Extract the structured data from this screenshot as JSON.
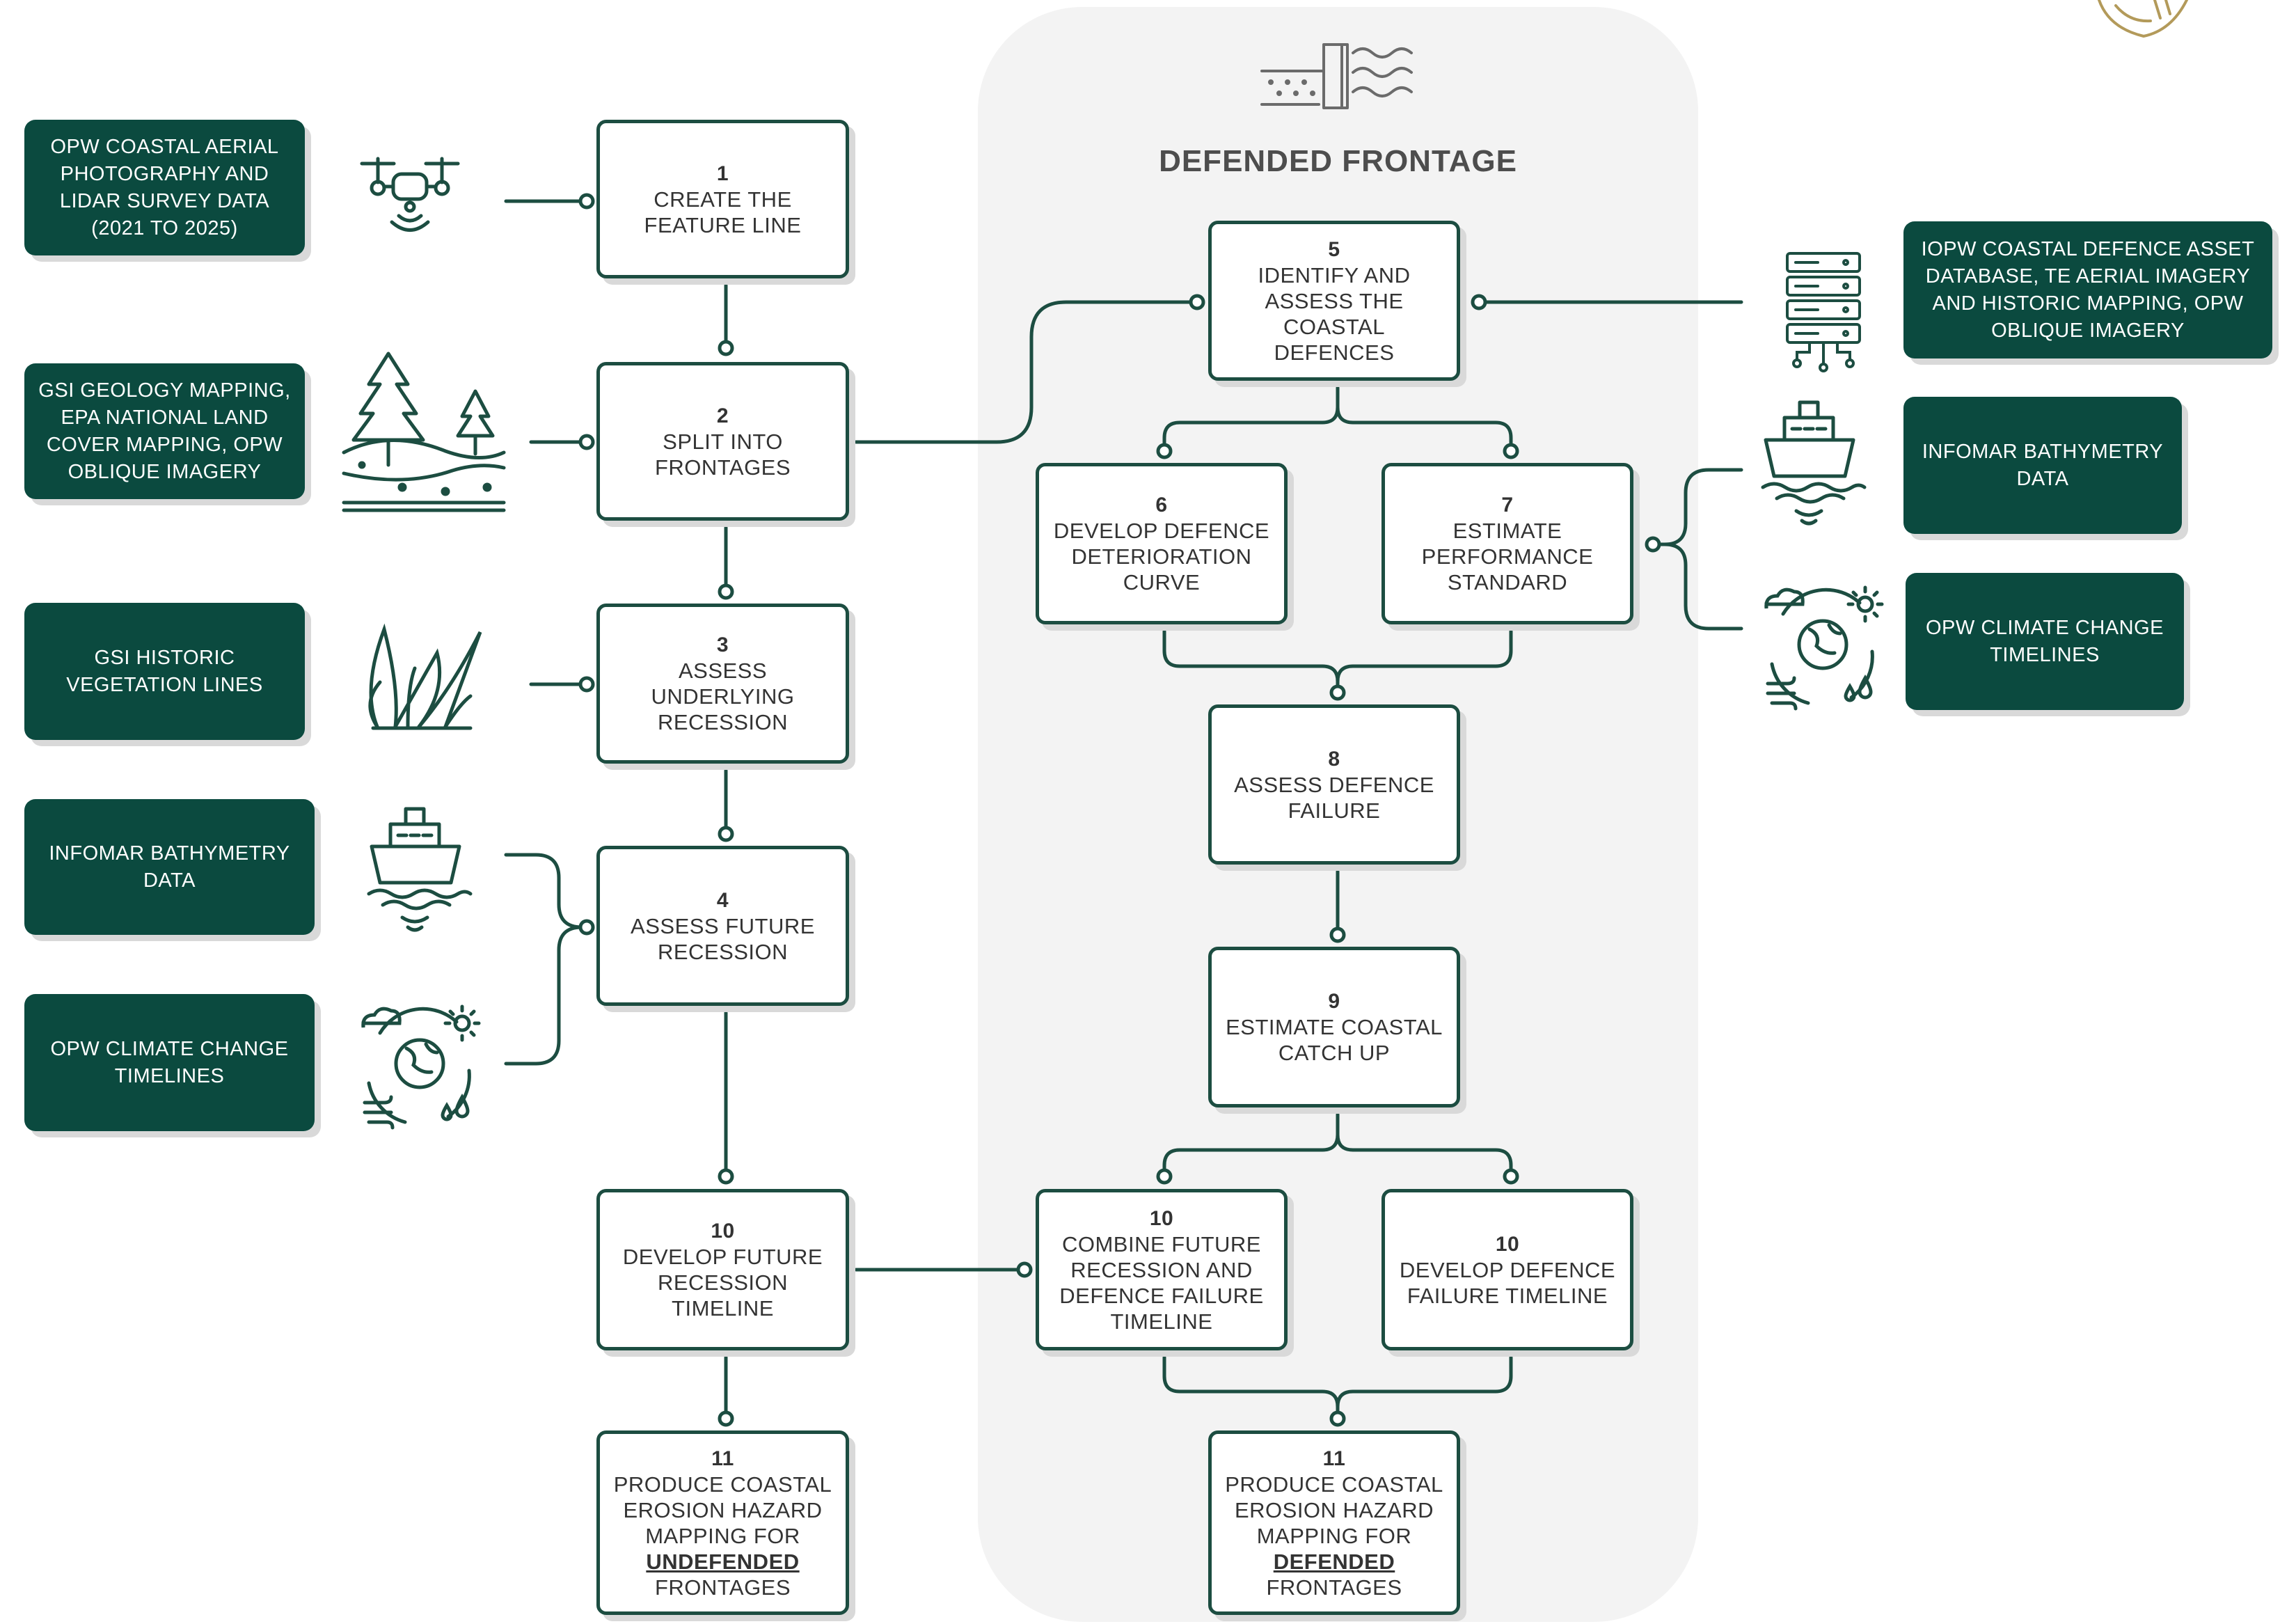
{
  "diagram": {
    "panel_title": "DEFENDED FRONTAGE",
    "sources": {
      "aerial": "OPW COASTAL AERIAL\nPHOTOGRAPHY AND\nLIDAR SURVEY DATA\n(2021 TO 2025)",
      "geology": "GSI GEOLOGY MAPPING,\nEPA NATIONAL LAND\nCOVER MAPPING, OPW\nOBLIQUE IMAGERY",
      "vegetation": "GSI HISTORIC\nVEGETATION LINES",
      "bathy_left": "INFOMAR BATHYMETRY\nDATA",
      "climate_left": "OPW CLIMATE CHANGE\nTIMELINES",
      "asset_db": "IOPW COASTAL DEFENCE ASSET\nDATABASE, TE AERIAL IMAGERY\nAND HISTORIC MAPPING, OPW\nOBLIQUE IMAGERY",
      "bathy_right": "INFOMAR BATHYMETRY\nDATA",
      "climate_right": "OPW CLIMATE CHANGE\nTIMELINES"
    },
    "steps": {
      "s1": {
        "num": "1",
        "label": "CREATE THE\nFEATURE LINE"
      },
      "s2": {
        "num": "2",
        "label": "SPLIT INTO\nFRONTAGES"
      },
      "s3": {
        "num": "3",
        "label": "ASSESS\nUNDERLYING\nRECESSION"
      },
      "s4": {
        "num": "4",
        "label": "ASSESS FUTURE\nRECESSION"
      },
      "s10l": {
        "num": "10",
        "label": "DEVELOP FUTURE\nRECESSION\nTIMELINE"
      },
      "s11l": {
        "num": "11",
        "label": "PRODUCE COASTAL\nEROSION HAZARD\nMAPPING FOR",
        "emph": "UNDEFENDED",
        "tail": "FRONTAGES"
      },
      "s5": {
        "num": "5",
        "label": "IDENTIFY AND\nASSESS THE\nCOASTAL\nDEFENCES"
      },
      "s6": {
        "num": "6",
        "label": "DEVELOP DEFENCE\nDETERIORATION\nCURVE"
      },
      "s7": {
        "num": "7",
        "label": "ESTIMATE\nPERFORMANCE\nSTANDARD"
      },
      "s8": {
        "num": "8",
        "label": "ASSESS DEFENCE\nFAILURE"
      },
      "s9": {
        "num": "9",
        "label": "ESTIMATE COASTAL\nCATCH UP"
      },
      "s10a": {
        "num": "10",
        "label": "COMBINE FUTURE\nRECESSION AND\nDEFENCE FAILURE\nTIMELINE"
      },
      "s10b": {
        "num": "10",
        "label": "DEVELOP DEFENCE\nFAILURE TIMELINE"
      },
      "s11r": {
        "num": "11",
        "label": "PRODUCE COASTAL\nEROSION HAZARD\nMAPPING FOR",
        "emph": "DEFENDED",
        "tail": "FRONTAGES"
      }
    },
    "icons": [
      "drone-icon",
      "landscape-icon",
      "grass-icon",
      "ship-icon",
      "climate-globe-icon",
      "sea-wall-icon",
      "server-icon",
      "logo-mark"
    ],
    "colors": {
      "primary": "#1c4d41",
      "source_fill": "#0b4a3f",
      "panel": "#f3f3f3",
      "text": "#333333"
    }
  }
}
